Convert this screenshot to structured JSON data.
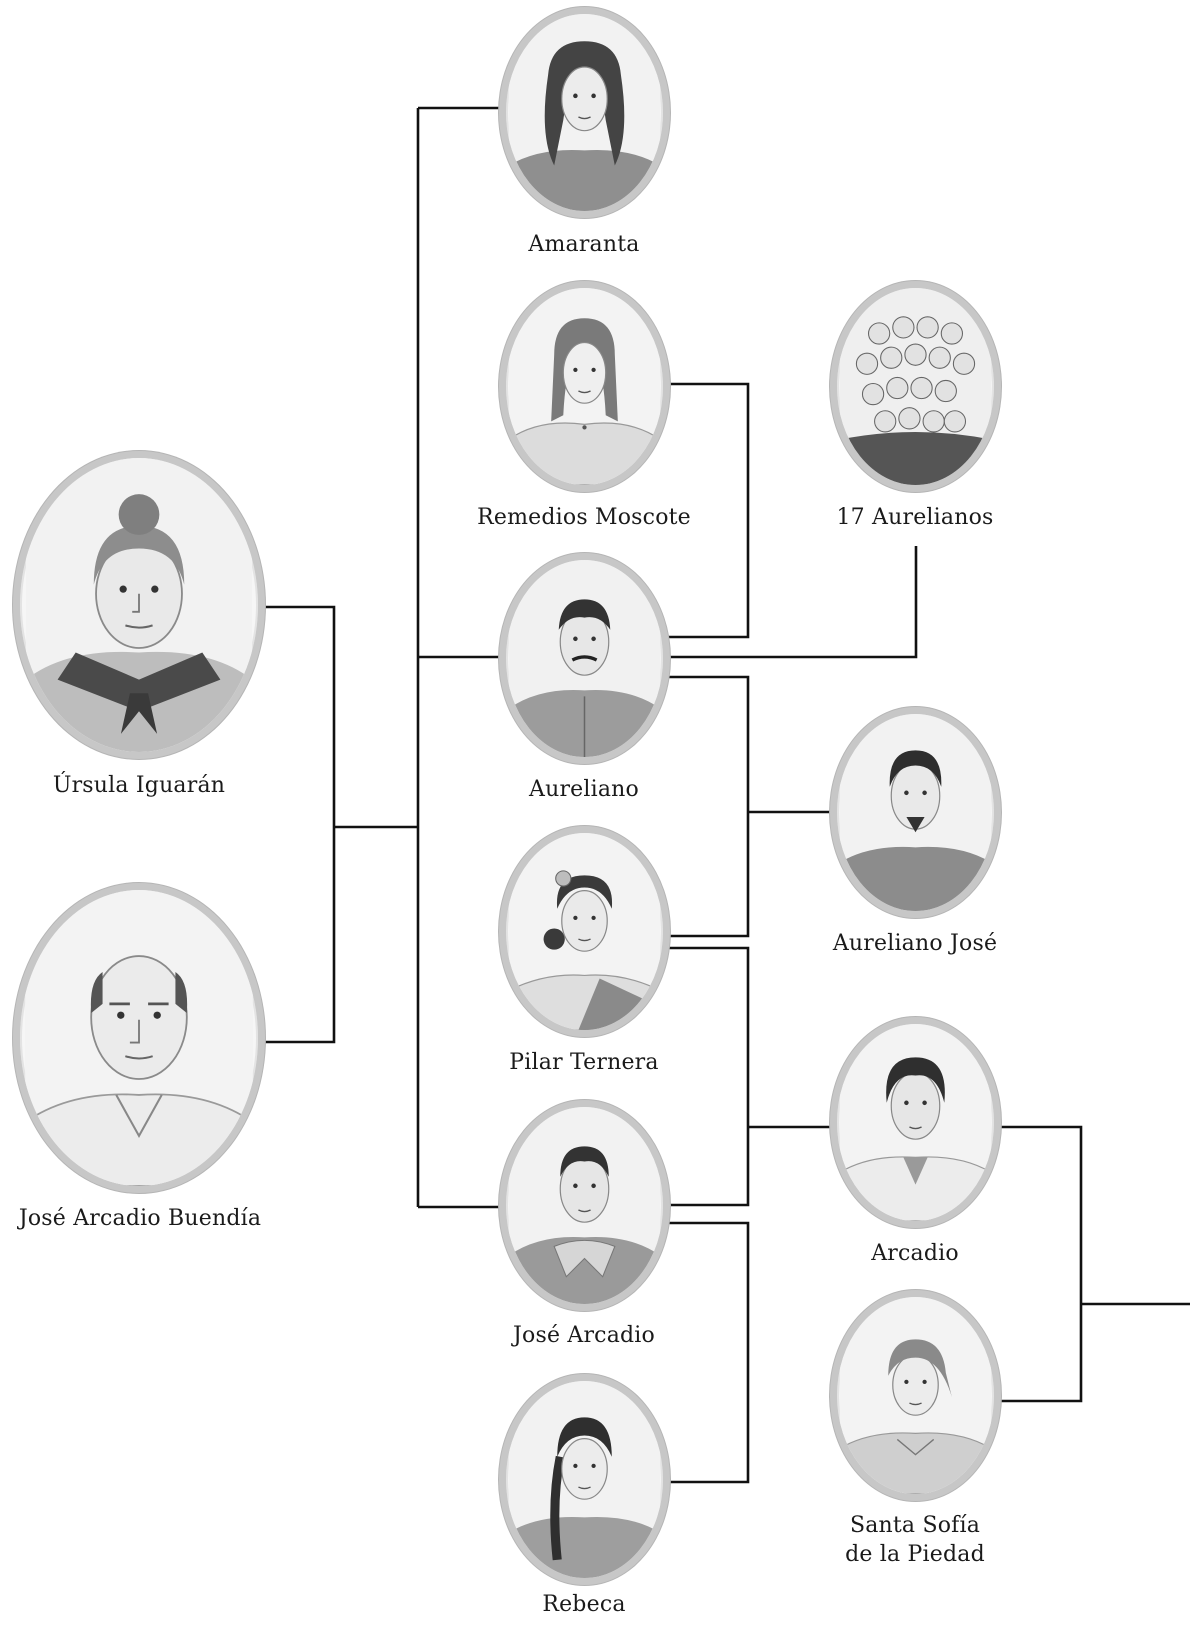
{
  "people": {
    "ursula": {
      "name": "Úrsula Iguarán"
    },
    "jose_arcadio_buendia": {
      "name": "José Arcadio Buendía"
    },
    "amaranta": {
      "name": "Amaranta"
    },
    "remedios": {
      "name": "Remedios Moscote"
    },
    "aurelianos17": {
      "name": "17 Aurelianos"
    },
    "aureliano": {
      "name": "Aureliano"
    },
    "aureliano_jose": {
      "name": "Aureliano José"
    },
    "pilar": {
      "name": "Pilar Ternera"
    },
    "arcadio": {
      "name": "Arcadio"
    },
    "jose_arcadio": {
      "name": "José Arcadio"
    },
    "santa_sofia": {
      "name_line1": "Santa Sofía",
      "name_line2": "de la Piedad"
    },
    "rebeca": {
      "name": "Rebeca"
    }
  },
  "colors": {
    "line": "#111111",
    "frame": "#c7c7c7"
  }
}
